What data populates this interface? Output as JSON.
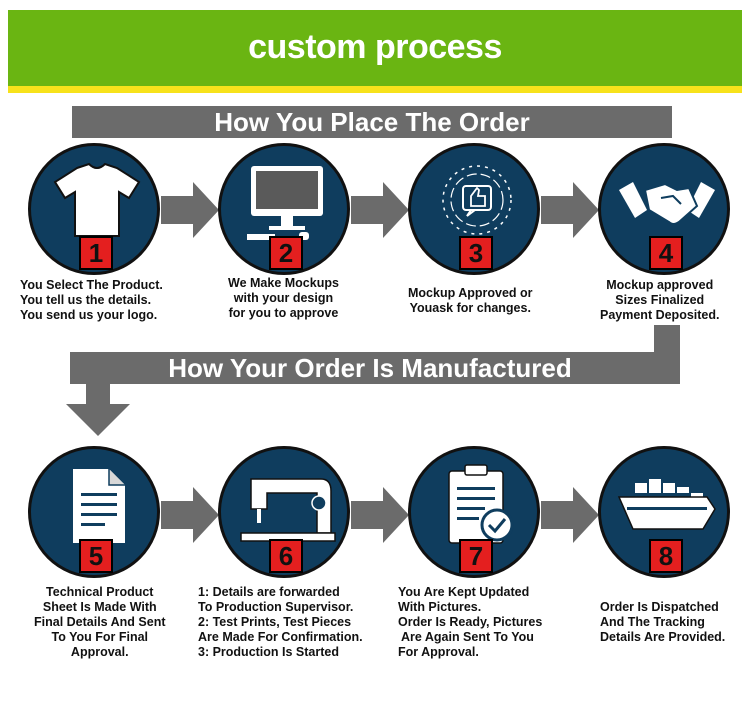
{
  "header": {
    "title": "custom process"
  },
  "sections": {
    "place_order": "How You Place The Order",
    "manufacture": "How Your Order Is Manufactured"
  },
  "steps": [
    {
      "number": "1",
      "icon": "t-shirt-icon",
      "lines": [
        "You Select The Product.",
        "You tell us the details.",
        "You send us your logo."
      ]
    },
    {
      "number": "2",
      "icon": "computer-icon",
      "lines": [
        "We Make Mockups",
        "with your design",
        "for you to approve"
      ]
    },
    {
      "number": "3",
      "icon": "thumbs-up-icon",
      "lines": [
        "Mockup Approved or",
        "Youask for changes."
      ]
    },
    {
      "number": "4",
      "icon": "handshake-icon",
      "lines": [
        "Mockup approved",
        "Sizes Finalized",
        "Payment Deposited."
      ]
    },
    {
      "number": "5",
      "icon": "document-icon",
      "lines": [
        "Technical Product",
        "Sheet Is Made With",
        "Final Details And Sent",
        "To  You For Final",
        "Approval."
      ]
    },
    {
      "number": "6",
      "icon": "sewing-machine-icon",
      "lines": [
        "1: Details are forwarded",
        "To Production Supervisor.",
        "2: Test Prints, Test Pieces",
        "Are Made For Confirmation.",
        "3: Production Is Started"
      ]
    },
    {
      "number": "7",
      "icon": "clipboard-check-icon",
      "lines": [
        "You Are Kept Updated",
        "With Pictures.",
        "Order Is Ready, Pictures",
        " Are Again Sent To You",
        "For Approval."
      ]
    },
    {
      "number": "8",
      "icon": "cargo-ship-icon",
      "lines": [
        "Order Is Dispatched",
        "And The Tracking",
        "Details Are Provided."
      ]
    }
  ],
  "colors": {
    "banner": "#6ab512",
    "banner_line": "#f7e21b",
    "bar": "#6b6b6b",
    "circle": "#0f3d5e",
    "badge": "#e41f1f"
  }
}
